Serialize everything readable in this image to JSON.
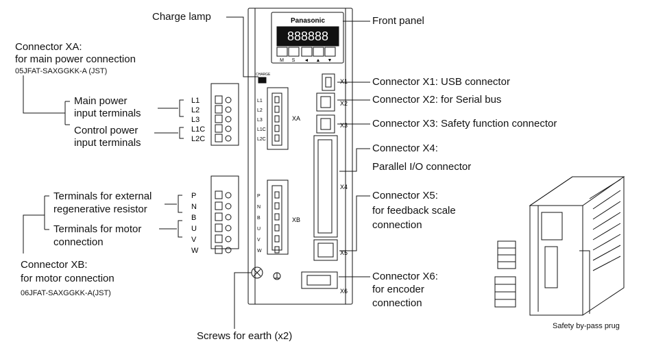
{
  "labels": {
    "charge_lamp": "Charge lamp",
    "front_panel": "Front panel",
    "xa_title": "Connector XA:",
    "xa_sub": "for main power connection",
    "xa_part": "05JFAT-SAXGGKK-A (JST)",
    "main_power_1": "Main power",
    "main_power_2": "input terminals",
    "control_power_1": "Control power",
    "control_power_2": "input terminals",
    "x1": "Connector X1: USB connector",
    "x2": "Connector X2: for Serial bus",
    "x3": "Connector X3: Safety function connector",
    "x4_title": "Connector X4:",
    "x4_sub": "Parallel I/O connector",
    "x5_title": "Connector X5:",
    "x5_sub1": "for feedback scale",
    "x5_sub2": "connection",
    "x6_title": "Connector X6:",
    "x6_sub1": "for encoder",
    "x6_sub2": "connection",
    "ext_regen_1": "Terminals for external",
    "ext_regen_2": "regenerative resistor",
    "motor_term_1": "Terminals for motor",
    "motor_term_2": "connection",
    "xb_title": "Connector XB:",
    "xb_sub": "for motor connection",
    "xb_part": "06JFAT-SAXGGKK-A(JST)",
    "screws": "Screws for earth (x2)",
    "safety_plug": "Safety by-pass prug"
  },
  "device": {
    "brand": "Panasonic",
    "display": "888888",
    "keys": [
      "M",
      "S",
      "◄",
      "▲",
      "▼"
    ],
    "charge_text": "CHARGE",
    "xa_label": "XA",
    "xb_label": "XB",
    "port_x1": "X1",
    "port_x2": "X2",
    "port_x3": "X3",
    "port_x4": "X4",
    "port_x5": "X5",
    "port_x6": "X6"
  },
  "xa_terminals": [
    "L1",
    "L2",
    "L3",
    "L1C",
    "L2C"
  ],
  "xb_terminals": [
    "P",
    "N",
    "B",
    "U",
    "V",
    "W"
  ]
}
